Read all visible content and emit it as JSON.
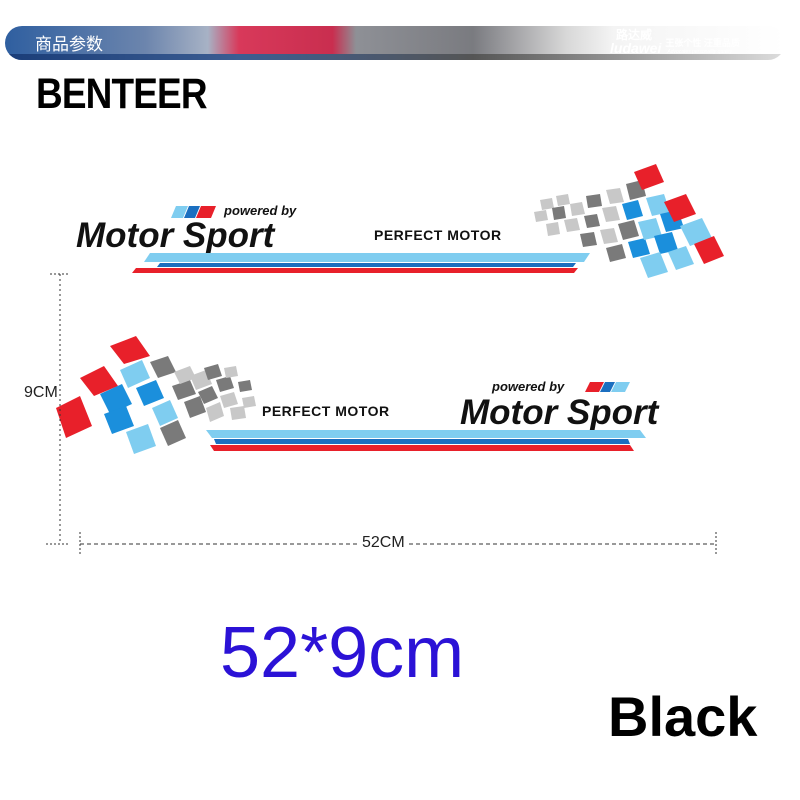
{
  "banner": {
    "title": "商品参数",
    "brand_cn": "路达威",
    "brand_en": "ludawei",
    "brand_tagline": "王张个性 汪重品质",
    "brand_small": "Advocates personality quality"
  },
  "brand_name": "BENTEER",
  "decal": {
    "powered_by": "powered by",
    "motor_sport": "Motor Sport",
    "perfect_motor": "PERFECT MOTOR",
    "colors": {
      "red": "#e8202a",
      "light_blue": "#7fcdf0",
      "blue": "#1b8fdc",
      "dark_gray": "#7a7a7a",
      "light_gray": "#c8c8c8",
      "black": "#111111"
    }
  },
  "dimensions": {
    "height_label": "9CM",
    "width_label": "52CM"
  },
  "size_text": "52*9cm",
  "color_text": "Black"
}
